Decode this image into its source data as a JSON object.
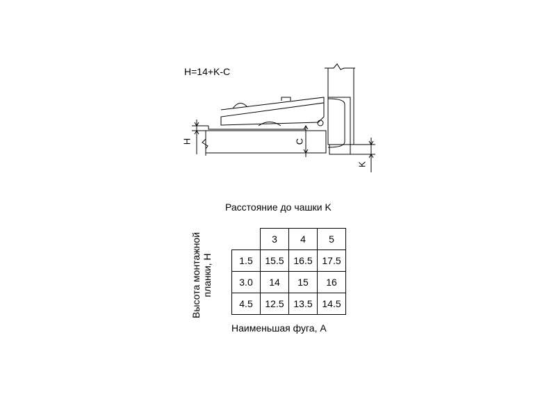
{
  "diagram": {
    "formula": "H=14+K-C",
    "dimension_labels": {
      "h": "H",
      "c": "C",
      "k": "K"
    }
  },
  "table": {
    "title": "Расстояние до чашки K",
    "row_axis_line1": "Высота монтажной",
    "row_axis_line2": "планки, H",
    "footer": "Наименьшая фуга, A",
    "column_headers": [
      "3",
      "4",
      "5"
    ],
    "rows": [
      {
        "h": "1.5",
        "values": [
          "15.5",
          "16.5",
          "17.5"
        ]
      },
      {
        "h": "3.0",
        "values": [
          "14",
          "15",
          "16"
        ]
      },
      {
        "h": "4.5",
        "values": [
          "12.5",
          "13.5",
          "14.5"
        ]
      }
    ]
  }
}
